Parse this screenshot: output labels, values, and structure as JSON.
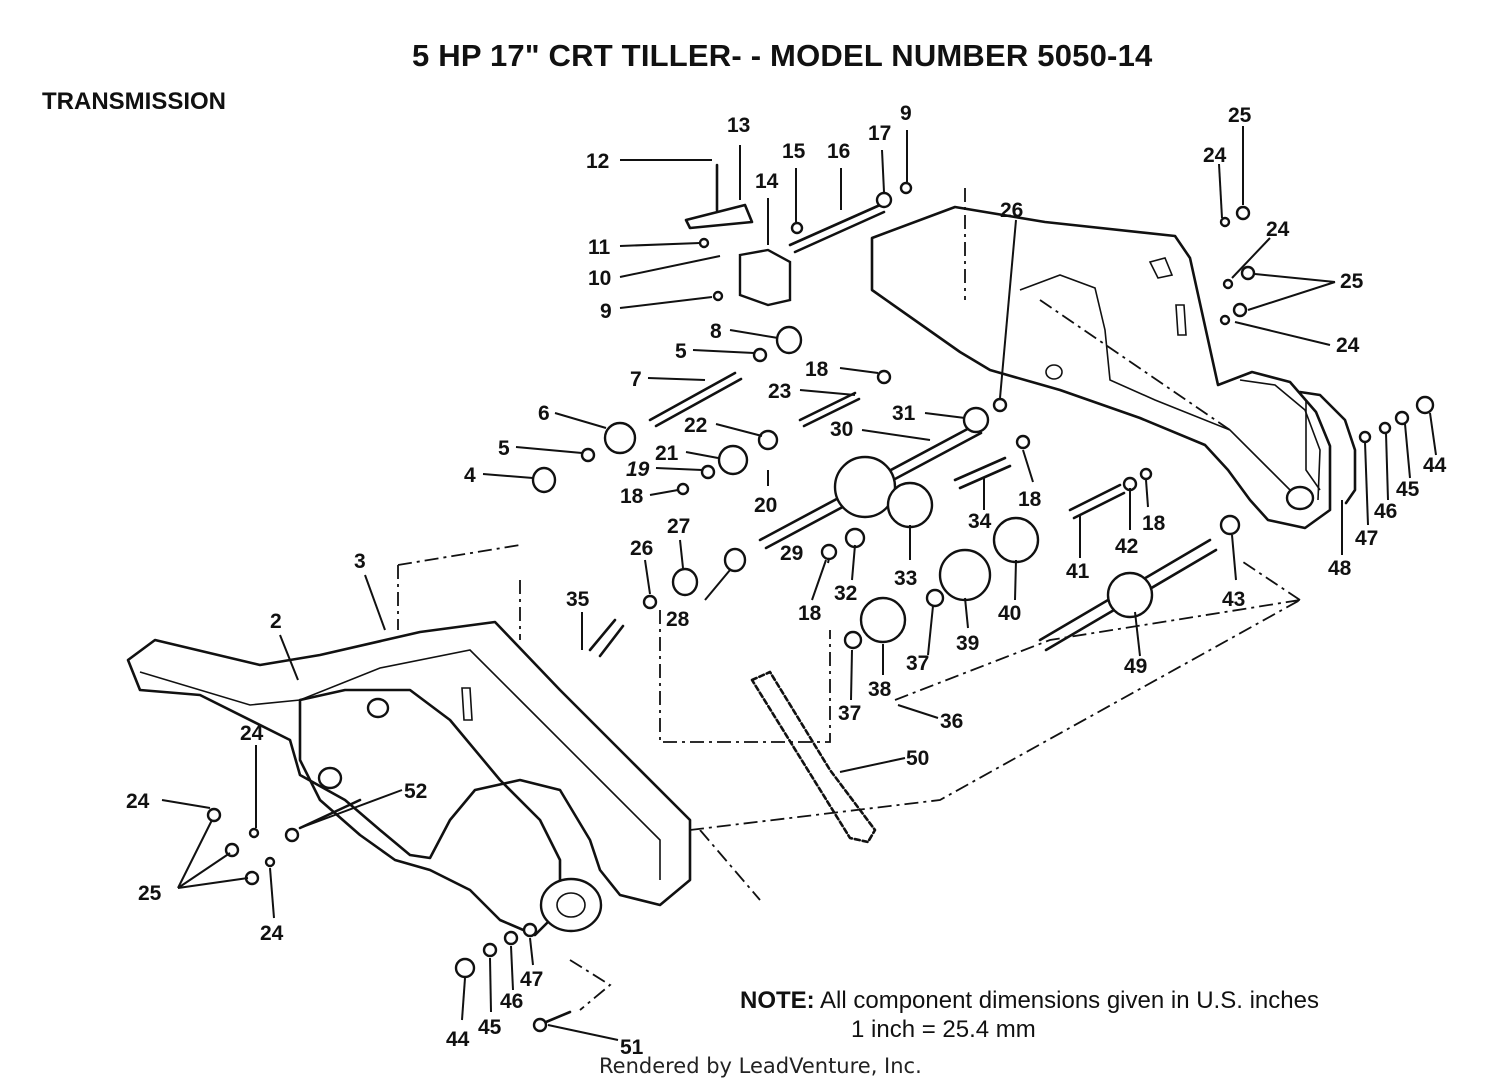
{
  "title": "5 HP  17\" CRT TILLER- - MODEL NUMBER 5050-14",
  "section": "TRANSMISSION",
  "note": {
    "label": "NOTE:",
    "line1": "All component dimensions given in U.S. inches",
    "line2": "1 inch = 25.4 mm"
  },
  "footer": "Rendered by LeadVenture, Inc.",
  "callouts": [
    {
      "id": "c12",
      "text": "12"
    },
    {
      "id": "c13",
      "text": "13"
    },
    {
      "id": "c14",
      "text": "14"
    },
    {
      "id": "c15",
      "text": "15"
    },
    {
      "id": "c16",
      "text": "16"
    },
    {
      "id": "c17",
      "text": "17"
    },
    {
      "id": "c9a",
      "text": "9"
    },
    {
      "id": "c11",
      "text": "11"
    },
    {
      "id": "c10",
      "text": "10"
    },
    {
      "id": "c9b",
      "text": "9"
    },
    {
      "id": "c8",
      "text": "8"
    },
    {
      "id": "c5a",
      "text": "5"
    },
    {
      "id": "c7",
      "text": "7"
    },
    {
      "id": "c6",
      "text": "6"
    },
    {
      "id": "c5b",
      "text": "5"
    },
    {
      "id": "c4",
      "text": "4"
    },
    {
      "id": "c18a",
      "text": "18"
    },
    {
      "id": "c23",
      "text": "23"
    },
    {
      "id": "c22",
      "text": "22"
    },
    {
      "id": "c21",
      "text": "21"
    },
    {
      "id": "c19",
      "text": "19"
    },
    {
      "id": "c18b",
      "text": "18"
    },
    {
      "id": "c20",
      "text": "20"
    },
    {
      "id": "c26a",
      "text": "26"
    },
    {
      "id": "c31",
      "text": "31"
    },
    {
      "id": "c30",
      "text": "30"
    },
    {
      "id": "c18c",
      "text": "18"
    },
    {
      "id": "c34",
      "text": "34"
    },
    {
      "id": "c18d",
      "text": "18"
    },
    {
      "id": "c42",
      "text": "42"
    },
    {
      "id": "c41",
      "text": "41"
    },
    {
      "id": "c25a",
      "text": "25"
    },
    {
      "id": "c24a",
      "text": "24"
    },
    {
      "id": "c24b",
      "text": "24"
    },
    {
      "id": "c25b",
      "text": "25"
    },
    {
      "id": "c24c",
      "text": "24"
    },
    {
      "id": "c44a",
      "text": "44"
    },
    {
      "id": "c45a",
      "text": "45"
    },
    {
      "id": "c46a",
      "text": "46"
    },
    {
      "id": "c47a",
      "text": "47"
    },
    {
      "id": "c48",
      "text": "48"
    },
    {
      "id": "c43",
      "text": "43"
    },
    {
      "id": "c49",
      "text": "49"
    },
    {
      "id": "c40",
      "text": "40"
    },
    {
      "id": "c39",
      "text": "39"
    },
    {
      "id": "c33",
      "text": "33"
    },
    {
      "id": "c29",
      "text": "29"
    },
    {
      "id": "c32",
      "text": "32"
    },
    {
      "id": "c27",
      "text": "27"
    },
    {
      "id": "c26b",
      "text": "26"
    },
    {
      "id": "c28",
      "text": "28"
    },
    {
      "id": "c18e",
      "text": "18"
    },
    {
      "id": "c35",
      "text": "35"
    },
    {
      "id": "c37a",
      "text": "37"
    },
    {
      "id": "c38",
      "text": "38"
    },
    {
      "id": "c37b",
      "text": "37"
    },
    {
      "id": "c36",
      "text": "36"
    },
    {
      "id": "c50",
      "text": "50"
    },
    {
      "id": "c3",
      "text": "3"
    },
    {
      "id": "c2",
      "text": "2"
    },
    {
      "id": "c24d",
      "text": "24"
    },
    {
      "id": "c24e",
      "text": "24"
    },
    {
      "id": "c52",
      "text": "52"
    },
    {
      "id": "c25c",
      "text": "25"
    },
    {
      "id": "c24f",
      "text": "24"
    },
    {
      "id": "c44b",
      "text": "44"
    },
    {
      "id": "c45b",
      "text": "45"
    },
    {
      "id": "c46b",
      "text": "46"
    },
    {
      "id": "c47b",
      "text": "47"
    },
    {
      "id": "c51",
      "text": "51"
    }
  ]
}
